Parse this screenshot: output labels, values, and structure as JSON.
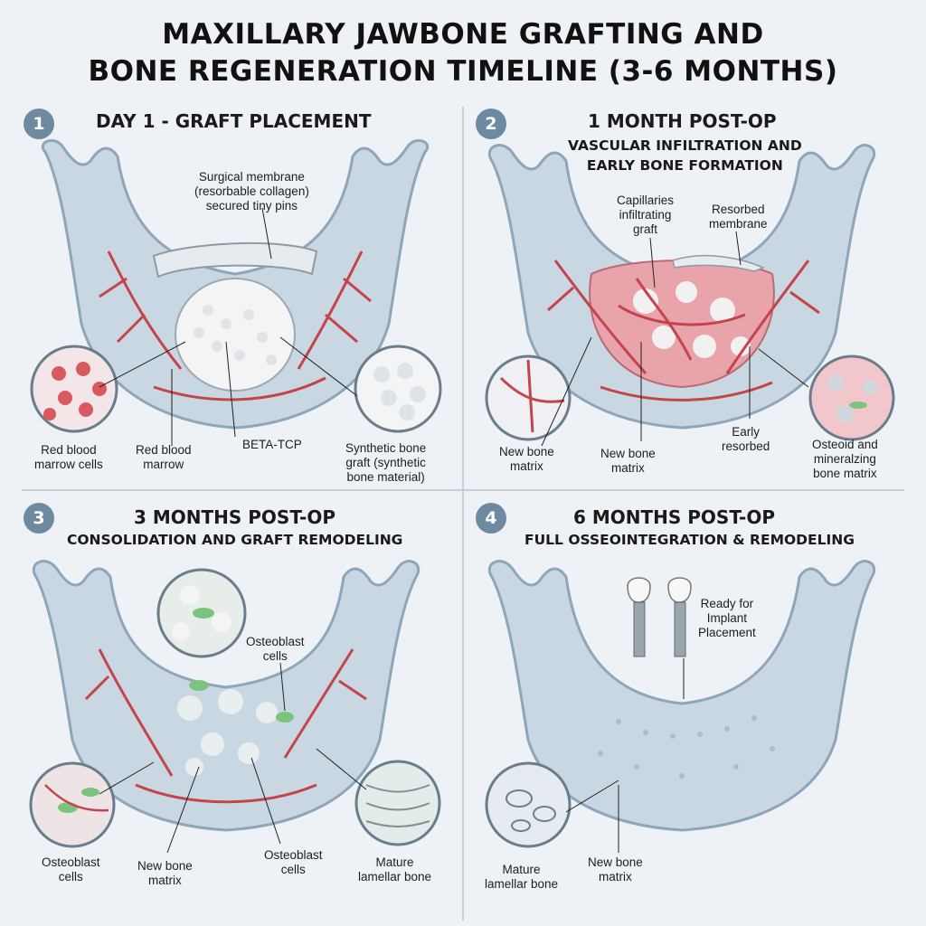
{
  "title": {
    "line1": "MAXILLARY JAWBONE GRAFTING AND",
    "line2": "BONE REGENERATION TIMELINE (3-6 MONTHS)"
  },
  "colors": {
    "bone": "#c9d7e2",
    "bone_dark": "#8ea6ba",
    "vessel": "#c4444c",
    "graft": "#f4f4f4",
    "tissue": "#e8a3ab",
    "cell": "#7cc47d"
  },
  "panels": [
    {
      "number": "1",
      "title": "DAY 1 - GRAFT PLACEMENT",
      "subtitle_lines": [],
      "labels": [
        {
          "lines": [
            "Surgical membrane",
            "(resorbable collagen)",
            "secured tiny pins"
          ]
        },
        {
          "lines": [
            "Red blood",
            "marrow cells"
          ]
        },
        {
          "lines": [
            "Red blood",
            "marrow"
          ]
        },
        {
          "lines": [
            "BETA-TCP"
          ]
        },
        {
          "lines": [
            "Synthetic bone",
            "graft (synthetic",
            "bone material)"
          ]
        }
      ]
    },
    {
      "number": "2",
      "title": "1 MONTH POST-OP",
      "subtitle_lines": [
        "VASCULAR INFILTRATION AND",
        "EARLY BONE FORMATION"
      ],
      "labels": [
        {
          "lines": [
            "Capillaries",
            "infiltrating",
            "graft"
          ]
        },
        {
          "lines": [
            "Resorbed",
            "membrane"
          ]
        },
        {
          "lines": [
            "New bone",
            "matrix"
          ]
        },
        {
          "lines": [
            "New bone",
            "matrix"
          ]
        },
        {
          "lines": [
            "Early",
            "resorbed"
          ]
        },
        {
          "lines": [
            "Osteoid and",
            "mineralzing",
            "bone matrix"
          ]
        }
      ]
    },
    {
      "number": "3",
      "title": "3 MONTHS POST-OP",
      "subtitle_lines": [
        "CONSOLIDATION AND GRAFT REMODELING"
      ],
      "labels": [
        {
          "lines": [
            "Osteoblast",
            "cells"
          ]
        },
        {
          "lines": [
            "Osteoblast",
            "cells"
          ]
        },
        {
          "lines": [
            "New bone",
            "matrix"
          ]
        },
        {
          "lines": [
            "Osteoblast",
            "cells"
          ]
        },
        {
          "lines": [
            "Mature",
            "lamellar bone"
          ]
        }
      ]
    },
    {
      "number": "4",
      "title": "6 MONTHS POST-OP",
      "subtitle_lines": [
        "FULL OSSEOINTEGRATION & REMODELING"
      ],
      "labels": [
        {
          "lines": [
            "Ready for",
            "Implant",
            "Placement"
          ]
        },
        {
          "lines": [
            "Mature",
            "lamellar bone"
          ]
        },
        {
          "lines": [
            "New bone",
            "matrix"
          ]
        }
      ]
    }
  ]
}
